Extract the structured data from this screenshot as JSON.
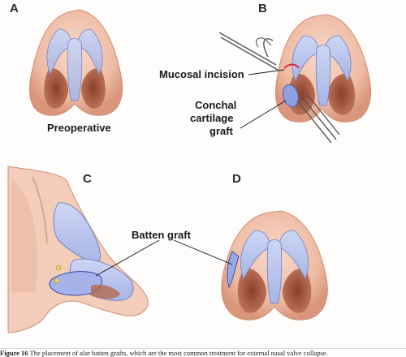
{
  "panels": {
    "a": {
      "letter": "A",
      "label": "Preoperative"
    },
    "b": {
      "letter": "B",
      "label_incision": "Mucosal incision",
      "label_graft_lines": [
        "Conchal",
        "cartilage",
        "graft"
      ]
    },
    "c": {
      "letter": "C",
      "label": "Batten graft"
    },
    "d": {
      "letter": "D"
    }
  },
  "caption": {
    "figure_number": "Figure 16",
    "text": "The placement of alar batten grafts, which are the most common treatment for external nasal valve collapse."
  },
  "colors": {
    "skin": "#f0c6b2",
    "skin_shadow": "#d9967c",
    "nostril": "#b5694f",
    "cartilage": "#bcc8ec",
    "cartilage_edge": "#6d7fc4",
    "incision": "#d8283a"
  }
}
